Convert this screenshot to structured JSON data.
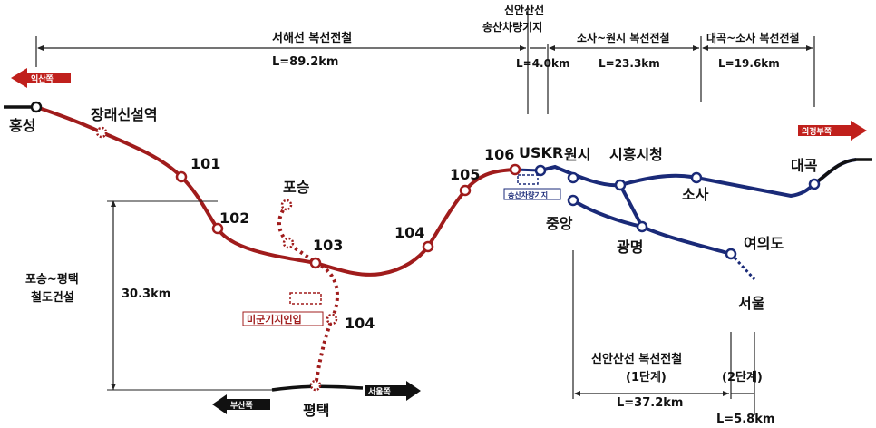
{
  "colors": {
    "seohae_line": "#a01c1c",
    "metro_line": "#1a2a78",
    "black_line": "#111111",
    "arrow_red": "#c0201c",
    "arrow_dark": "#111111",
    "dim_line": "#222222"
  },
  "top_dimensions": {
    "seohae_title": "서해선  복선전철",
    "seohae_length": "L=89.2km",
    "depot_title_1": "신안산선",
    "depot_title_2": "송산차량기지",
    "depot_length": "L=4.0km",
    "sosa_wonsi_title": "소사~원시 복선전철",
    "sosa_wonsi_length": "L=23.3km",
    "daegok_sosa_title": "대곡~소사 복선전철",
    "daegok_sosa_length": "L=19.6km"
  },
  "direction_arrows": {
    "iksan": "익산쪽",
    "uijeongbu": "의정부쪽",
    "busan": "부산쪽",
    "seoul": "서울쪽"
  },
  "stations": {
    "hongseong": "홍성",
    "janghang_new": "장래신설역",
    "s101": "101",
    "s102": "102",
    "s103": "103",
    "s104": "104",
    "s105": "105",
    "s106": "106",
    "usekr": "USKR",
    "wonsi": "원시",
    "siheung_cityhall": "시흥시청",
    "sosa": "소사",
    "daegok": "대곡",
    "jungang": "중앙",
    "gwangmyeong": "광명",
    "yeouido": "여의도",
    "seoul": "서울",
    "poseung": "포승",
    "pyeongtaek": "평택",
    "branch_104": "104"
  },
  "labels": {
    "depot_box": "송산차량기지",
    "military_base": "미군기지인입",
    "poseung_pyeongtaek_1": "포승~평택",
    "poseung_pyeongtaek_2": "철도건설",
    "poseung_pyeongtaek_length": "30.3km",
    "shinansan_title": "신안산선 복선전철",
    "phase1": "(1단계)",
    "phase2": "(2단계)",
    "phase1_length": "L=37.2km",
    "phase2_length": "L=5.8km"
  }
}
